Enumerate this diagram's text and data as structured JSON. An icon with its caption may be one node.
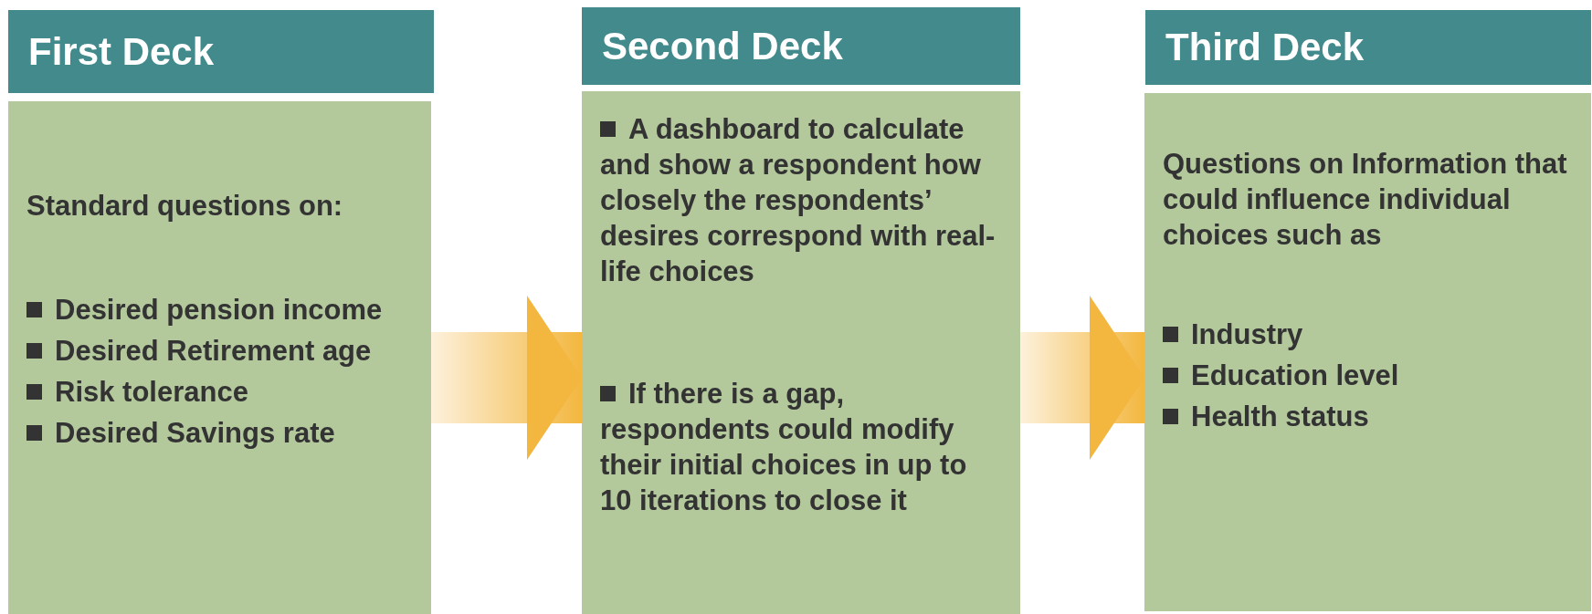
{
  "diagram": {
    "nodes": [
      {
        "text": [
          "First Deck"
        ]
      },
      {
        "text": [
          "Standard questions on:",
          "Desired pension income",
          "Desired Retirement age",
          "Risk tolerance",
          "Desired Savings rate"
        ]
      },
      {
        "text": [
          "Second Deck"
        ]
      },
      {
        "text": [
          "A dashboard to calculate and show a respondent how closely the respondents’ desires correspond with real-life choices",
          "If there is a gap, respondents could modify their initial choices in up to 10 iterations to close it"
        ]
      },
      {
        "text": [
          "Third Deck"
        ]
      },
      {
        "text": [
          "Questions on Information that could influence individual choices such as",
          "Industry",
          "Education level",
          "Health status"
        ]
      }
    ],
    "edges": [
      {
        "from": 1,
        "to": 3,
        "arrow": "to"
      },
      {
        "from": 3,
        "to": 5,
        "arrow": "to"
      }
    ]
  }
}
